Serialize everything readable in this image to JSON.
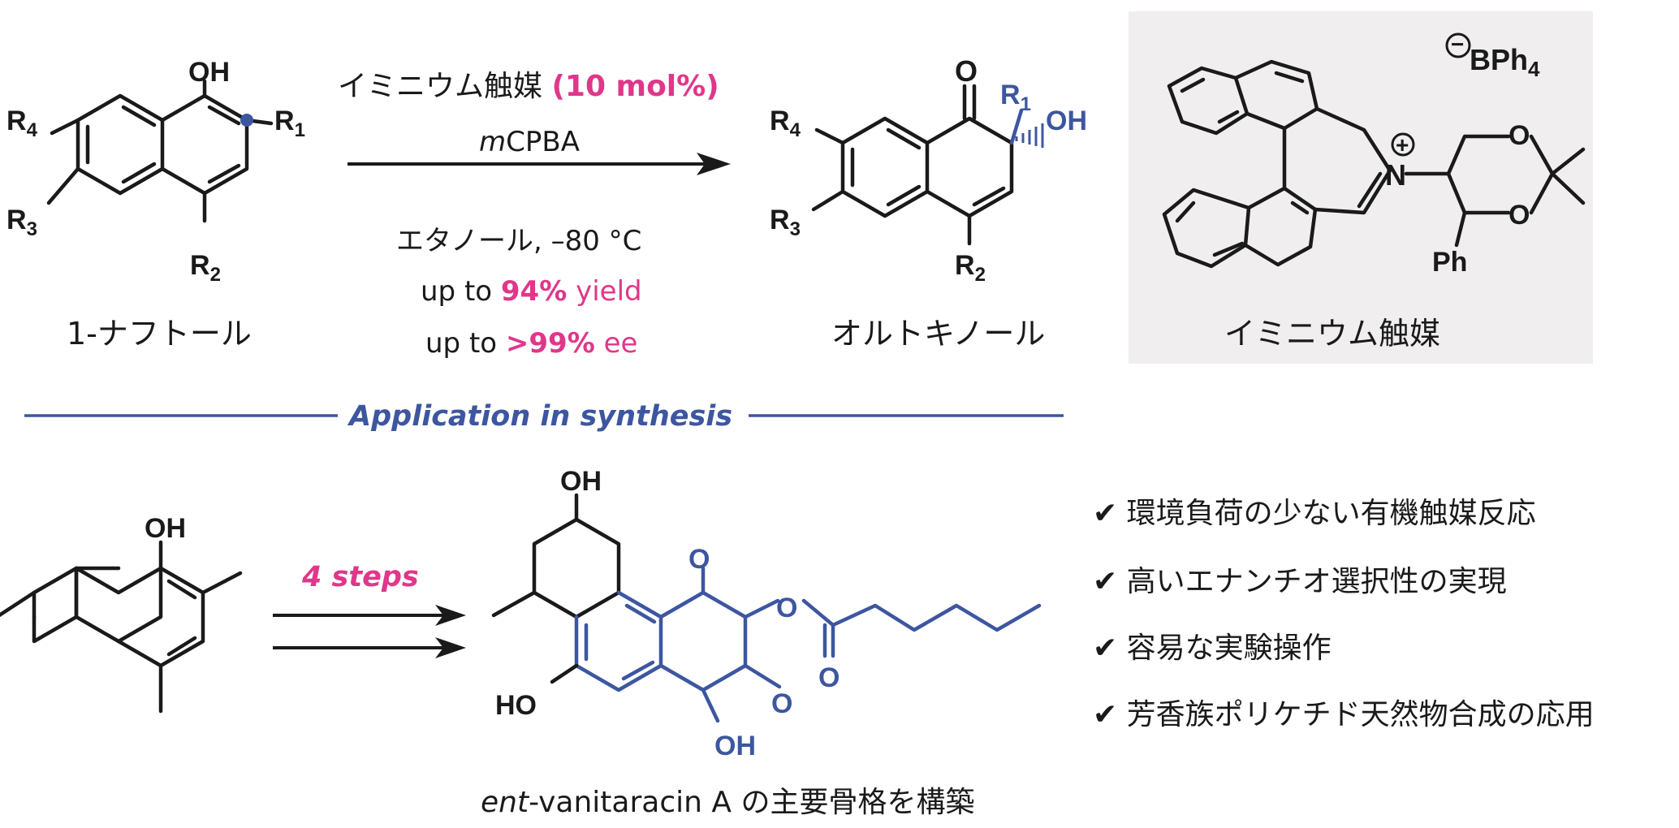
{
  "reaction": {
    "catalyst_label": "イミニウム触媒",
    "catalyst_loading": "(10 mol%)",
    "oxidant_italic": "m",
    "oxidant_rest": "CPBA",
    "conditions": "エタノール, –80 °C",
    "yield_prefix": "up to ",
    "yield_value": "94%",
    "yield_suffix": " yield",
    "ee_prefix": "up to ",
    "ee_value": ">99%",
    "ee_suffix": " ee"
  },
  "substrate": {
    "name": "1-ナフトール",
    "OH": "OH",
    "R1": "R",
    "R1sub": "1",
    "R2": "R",
    "R2sub": "2",
    "R3": "R",
    "R3sub": "3",
    "R4": "R",
    "R4sub": "4"
  },
  "product": {
    "name": "オルトキノール",
    "O": "O",
    "OH": "OH",
    "R1": "R",
    "R1sub": "1",
    "R2": "R",
    "R2sub": "2",
    "R3": "R",
    "R3sub": "3",
    "R4": "R",
    "R4sub": "4"
  },
  "catalyst": {
    "name": "イミニウム触媒",
    "counterion": "BPh",
    "counterion_sub": "4",
    "minus": "−",
    "plus": "+",
    "N": "N",
    "O": "O",
    "Ph": "Ph"
  },
  "application": {
    "title": "Application in synthesis",
    "steps": "4 steps",
    "start_OH": "OH",
    "target_italic": "ent",
    "target_rest": "-vanitaracin A の主要骨格を構築",
    "OH": "OH",
    "HO": "HO",
    "O": "O"
  },
  "features": [
    "✔ 環境負荷の少ない有機触媒反応",
    "✔ 高いエナンチオ選択性の実現",
    "✔ 容易な実験操作",
    "✔ 芳香族ポリケチド天然物合成の応用"
  ],
  "colors": {
    "accent_pink": "#e0378a",
    "accent_blue": "#3d56a0",
    "panel_gray": "#f0eeee",
    "text": "#1a1a1a"
  }
}
